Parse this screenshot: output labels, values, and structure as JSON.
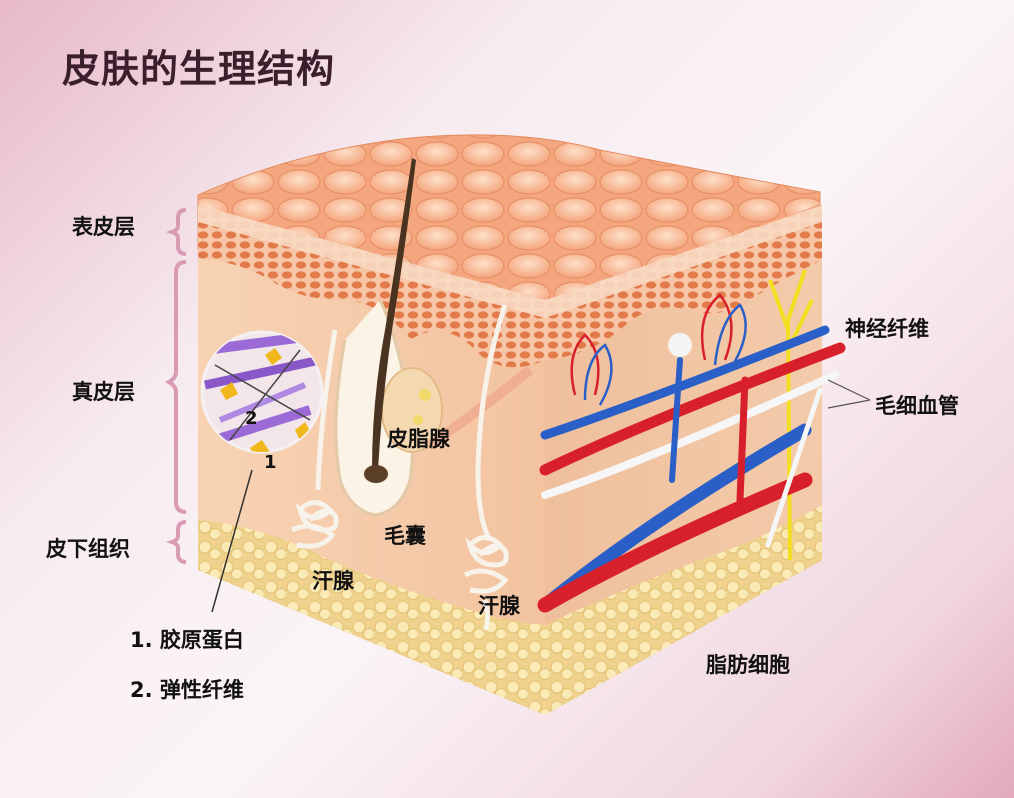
{
  "title": "皮肤的生理结构",
  "layers": {
    "epidermis": "表皮层",
    "dermis": "真皮层",
    "subcutaneous": "皮下组织"
  },
  "structures": {
    "sebaceous_gland": "皮脂腺",
    "hair_follicle": "毛囊",
    "sweat_gland_left": "汗腺",
    "sweat_gland_right": "汗腺",
    "nerve_fiber": "神经纤维",
    "capillary": "毛细血管",
    "fat_cells": "脂肪细胞"
  },
  "inset": {
    "marker_1": "1",
    "marker_2": "2",
    "legend_1": "1. 胶原蛋白",
    "legend_2": "2. 弹性纤维"
  },
  "colors": {
    "background": "#f7ebf0",
    "bracket": "#d99ab4",
    "skin_surface": "#f6b896",
    "epidermis_cells": "#e07c4f",
    "dermis": "#f6cfae",
    "fat": "#f4dfa0",
    "hair": "#4a3320",
    "artery": "#d8202a",
    "vein": "#2a5fc8",
    "nerve": "#f2e020",
    "collagen": "#9b6ad6"
  }
}
